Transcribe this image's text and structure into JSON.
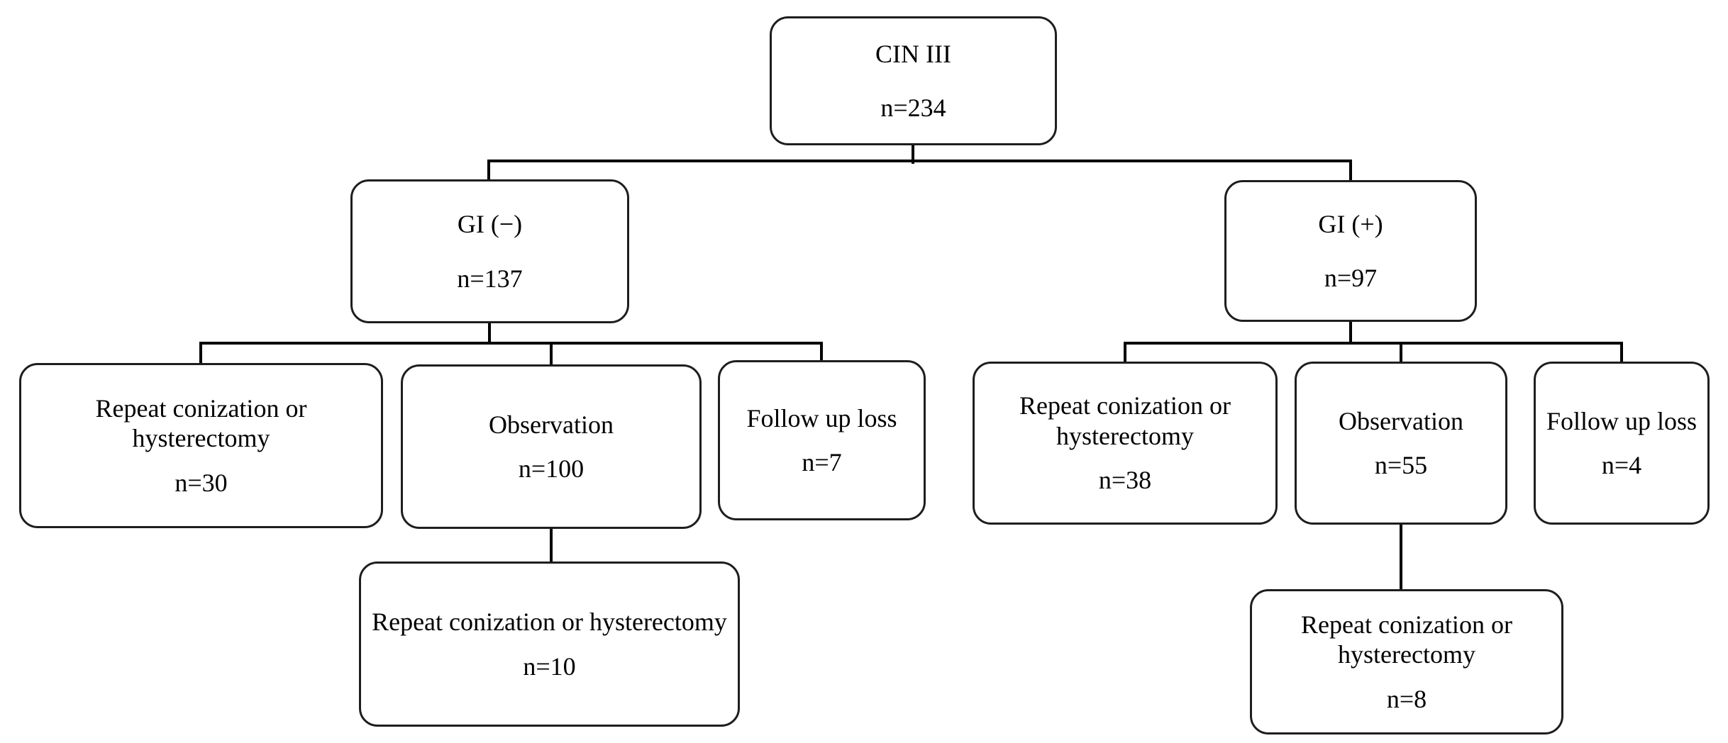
{
  "diagram": {
    "type": "flowchart",
    "colors": {
      "background": "#ffffff",
      "box_fill": "#ffffff",
      "box_border": "#1e1e1e",
      "connector_line": "#000000",
      "text": "#000000"
    },
    "nodes": {
      "root": {
        "label": "CIN III",
        "count": "n=234"
      },
      "gi_negative": {
        "label": "GI (−)",
        "count": "n=137"
      },
      "gi_positive": {
        "label": "GI (+)",
        "count": "n=97"
      },
      "neg_repeat": {
        "label": "Repeat conization or hysterectomy",
        "count": "n=30"
      },
      "neg_observation": {
        "label": "Observation",
        "count": "n=100"
      },
      "neg_followup": {
        "label": "Follow up loss",
        "count": "n=7"
      },
      "neg_obs_repeat": {
        "label": "Repeat conization or hysterectomy",
        "count": "n=10"
      },
      "pos_repeat": {
        "label": "Repeat conization or hysterectomy",
        "count": "n=38"
      },
      "pos_observation": {
        "label": "Observation",
        "count": "n=55"
      },
      "pos_followup": {
        "label": "Follow up loss",
        "count": "n=4"
      },
      "pos_obs_repeat": {
        "label": "Repeat conization or hysterectomy",
        "count": "n=8"
      }
    },
    "edges": [
      {
        "from": "root",
        "to": "gi_negative"
      },
      {
        "from": "root",
        "to": "gi_positive"
      },
      {
        "from": "gi_negative",
        "to": "neg_repeat"
      },
      {
        "from": "gi_negative",
        "to": "neg_observation"
      },
      {
        "from": "gi_negative",
        "to": "neg_followup"
      },
      {
        "from": "neg_observation",
        "to": "neg_obs_repeat"
      },
      {
        "from": "gi_positive",
        "to": "pos_repeat"
      },
      {
        "from": "gi_positive",
        "to": "pos_observation"
      },
      {
        "from": "gi_positive",
        "to": "pos_followup"
      },
      {
        "from": "pos_observation",
        "to": "pos_obs_repeat"
      }
    ]
  }
}
